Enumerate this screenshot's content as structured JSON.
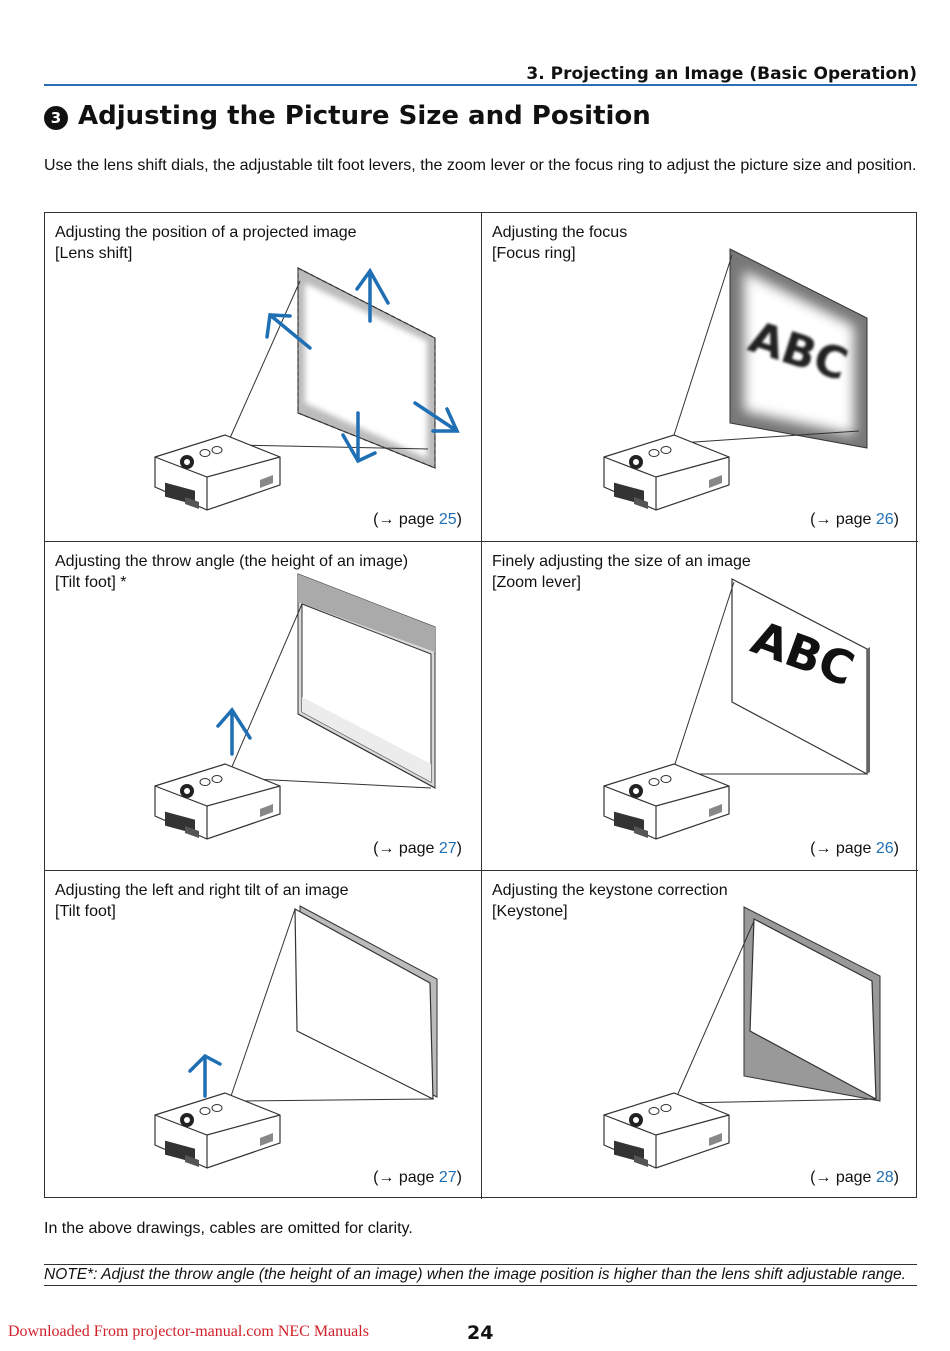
{
  "header": {
    "section": "3. Projecting an Image (Basic Operation)",
    "number": "3",
    "title": "Adjusting the Picture Size and Position",
    "accent_color": "#2a6db5"
  },
  "intro": "Use the lens shift dials, the adjustable tilt foot levers, the zoom lever or the focus ring to adjust the picture size and position.",
  "cells": [
    {
      "title": "Adjusting the position of a projected image",
      "sub": "[Lens shift]",
      "page_prefix": "(→ page ",
      "page": "25",
      "page_suffix": ")"
    },
    {
      "title": "Adjusting the focus",
      "sub": "[Focus ring]",
      "page_prefix": "(→ page ",
      "page": "26",
      "page_suffix": ")",
      "screen_text": "ABC"
    },
    {
      "title": "Adjusting the throw angle (the height of an image)",
      "sub": "[Tilt foot] *",
      "page_prefix": "(→ page ",
      "page": "27",
      "page_suffix": ")"
    },
    {
      "title": "Finely adjusting the size of an image",
      "sub": "[Zoom lever]",
      "page_prefix": "(→ page ",
      "page": "26",
      "page_suffix": ")",
      "screen_text": "ABC"
    },
    {
      "title": "Adjusting the left and right tilt of an image",
      "sub": "[Tilt foot]",
      "page_prefix": "(→ page ",
      "page": "27",
      "page_suffix": ")"
    },
    {
      "title": "Adjusting the keystone correction",
      "sub": "[Keystone]",
      "page_prefix": "(→ page ",
      "page": "28",
      "page_suffix": ")"
    }
  ],
  "footnote": "In the above drawings, cables are omitted for clarity.",
  "note": "NOTE*: Adjust the throw angle (the height of an image) when the image position is higher than the lens shift adjustable range.",
  "watermark": "Downloaded From projector-manual.com NEC Manuals",
  "page_number": "24",
  "colors": {
    "arrow": "#1f6fb5",
    "link": "#1f6fb5",
    "watermark": "#d0202a"
  }
}
